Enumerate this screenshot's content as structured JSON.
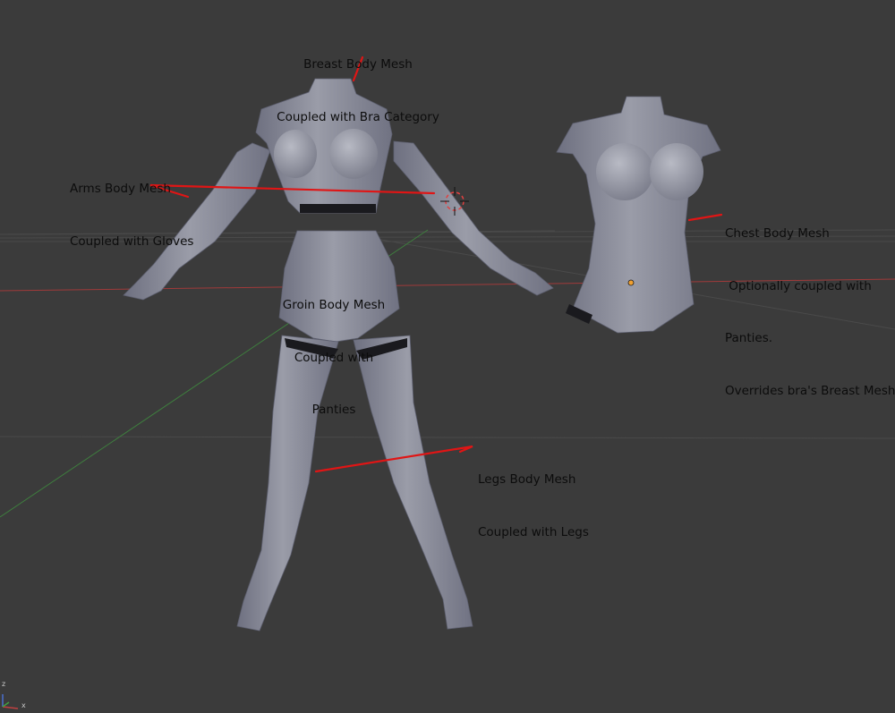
{
  "app": "3D Viewport",
  "colors": {
    "background": "#3b3b3b",
    "grid": "#4a4a4a",
    "x_axis": "#a03a3a",
    "y_axis": "#3e7e3e",
    "annotation_line": "#e01515",
    "mesh": "#8a8c98",
    "label_text": "#0c0c0c"
  },
  "icons": {
    "cursor": "3d-cursor-icon",
    "origin": "object-origin-icon",
    "gizmo": "axis-gizmo-icon"
  },
  "annotations": {
    "breast": [
      "Breast Body Mesh",
      "Coupled with Bra Category"
    ],
    "arms": [
      "Arms Body Mesh",
      "Coupled with Gloves"
    ],
    "groin": [
      "Groin Body Mesh",
      "Coupled with",
      "Panties"
    ],
    "chest": [
      "Chest Body Mesh",
      " Optionally coupled with",
      "Panties.",
      "Overrides bra's Breast Mesh"
    ],
    "legs": [
      "Legs Body Mesh",
      "Coupled with Legs"
    ]
  },
  "gizmo": {
    "z": "z",
    "x": "x"
  }
}
